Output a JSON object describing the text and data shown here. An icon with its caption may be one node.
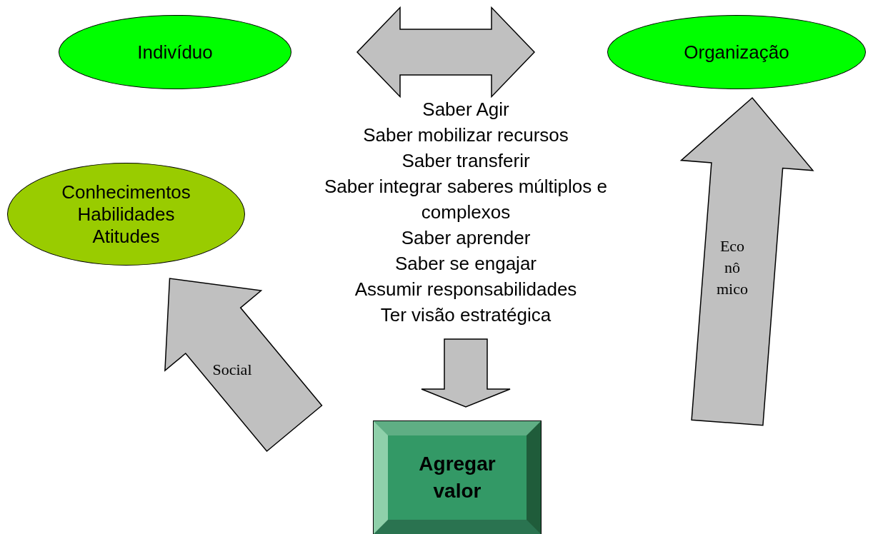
{
  "diagram": {
    "nodes": [
      {
        "text": [
          "Indivíduo"
        ]
      },
      {
        "text": [
          "Organização"
        ]
      },
      {
        "text": [
          "Saber Agir",
          "Saber mobilizar recursos",
          "Saber transferir",
          "Saber integrar saberes múltiplos e complexos",
          "Saber aprender",
          "Saber se engajar",
          "Assumir responsabilidades",
          "Ter visão estratégica"
        ]
      },
      {
        "text": [
          "Conhecimentos",
          "Habilidades",
          "Atitudes"
        ]
      },
      {
        "text": [
          "Agregar valor"
        ]
      }
    ],
    "edges": [
      {
        "from": 0,
        "to": 1,
        "arrow": "both"
      },
      {
        "from": 2,
        "to": 4,
        "arrow": "to"
      },
      {
        "from": null,
        "to": 3,
        "label": "Social",
        "arrow": "to"
      },
      {
        "from": null,
        "to": 1,
        "label": "Eco nô mico",
        "arrow": "to"
      }
    ]
  }
}
